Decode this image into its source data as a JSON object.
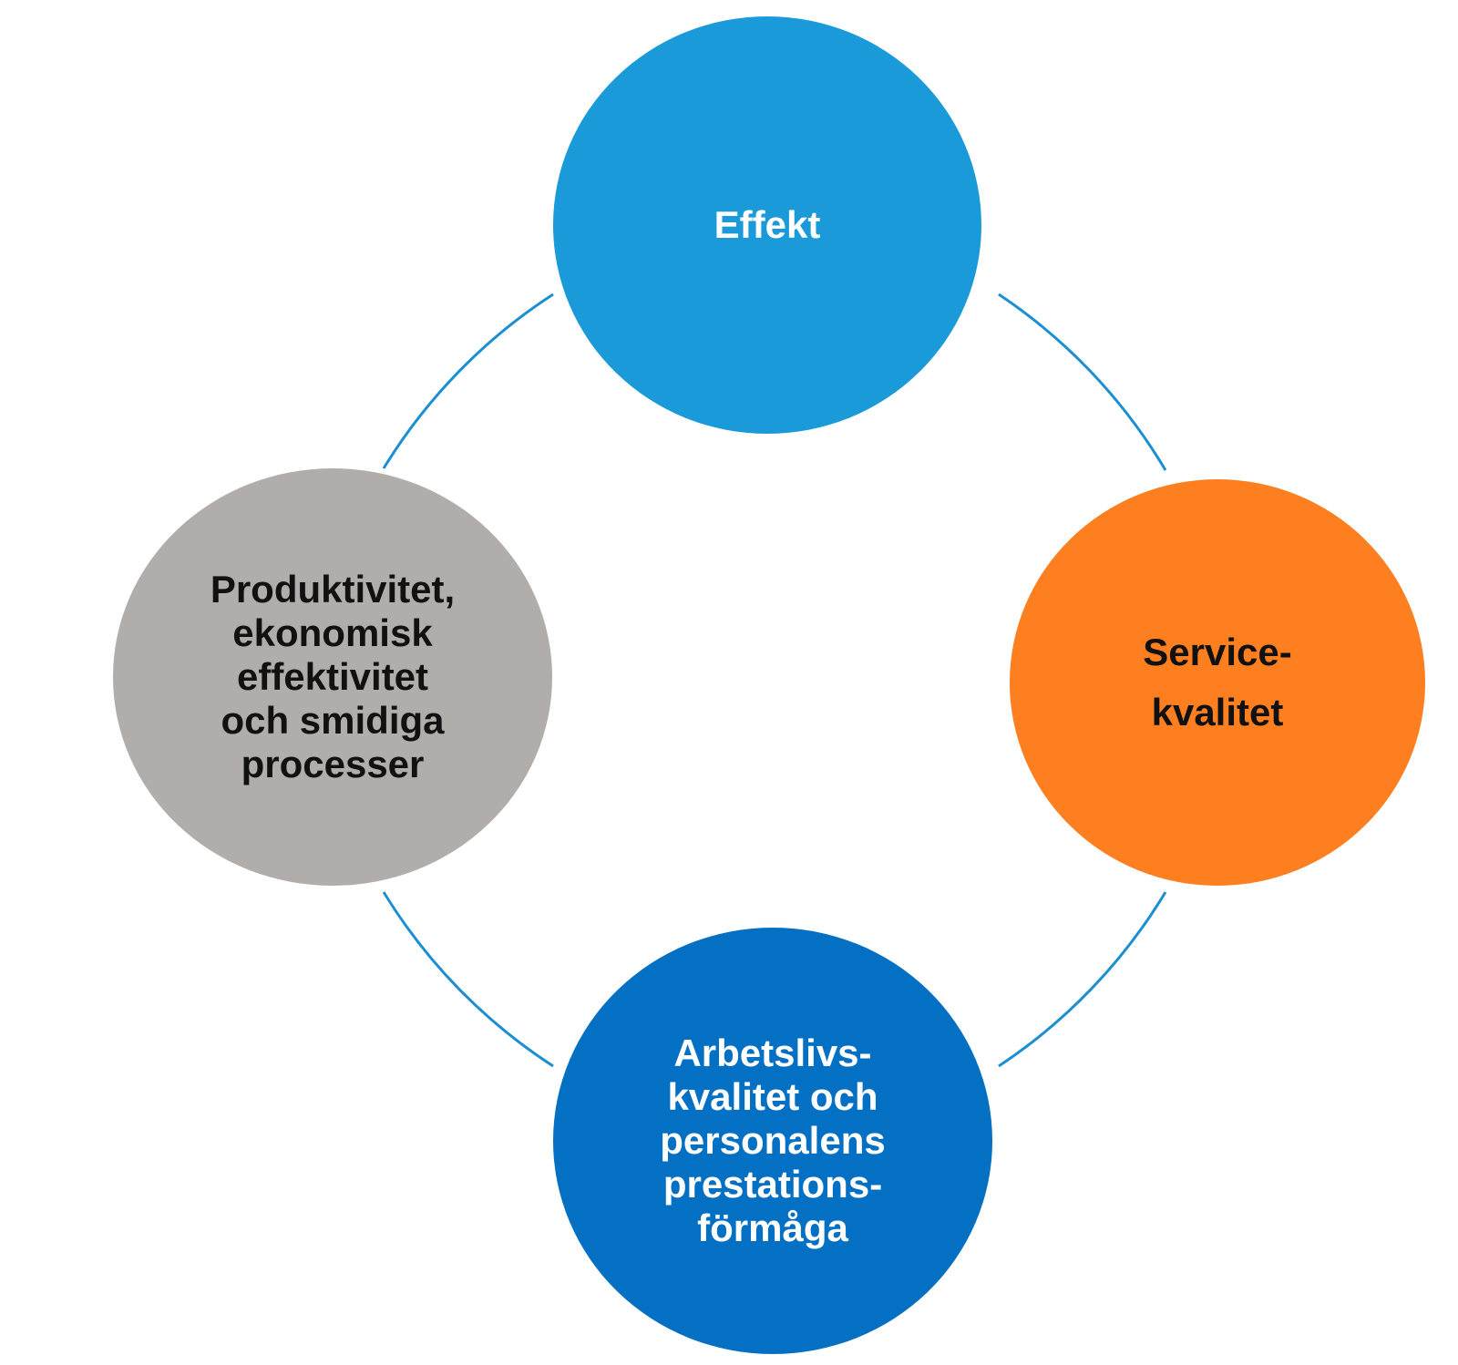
{
  "colors": {
    "connector": "#1b8fd1",
    "background": "#ffffff"
  },
  "nodes": {
    "effekt": {
      "label": "Effekt",
      "fill": "#1a9ad9",
      "text_color": "#ffffff"
    },
    "service": {
      "label": "Service-\nkvalitet",
      "fill": "#fe7f1f",
      "text_color": "#111111"
    },
    "arbetsliv": {
      "label": "Arbetslivs-\nkvalitet och\npersonalens\nprestations-\nförmåga",
      "fill": "#0470c4",
      "text_color": "#ffffff"
    },
    "produktivitet": {
      "label": "Produktivitet,\nekonomisk\neffektivitet\noch smidiga\nprocesser",
      "fill": "#b1adab",
      "text_color": "#111111"
    }
  }
}
